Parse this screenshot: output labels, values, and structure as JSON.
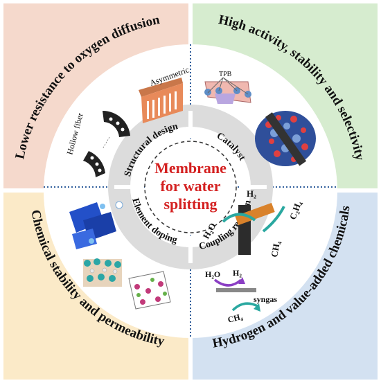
{
  "center": {
    "line1": "Membrane",
    "line2": "for water",
    "line3": "splitting"
  },
  "outer": {
    "tl": "Lower resistance to oxygen diffusion",
    "tr": "High activity, stability and selectivity",
    "bl": "Chemical stability and permeability",
    "br": "Hydrogen and value-added chemicals"
  },
  "ring": {
    "tl": "Structural design",
    "tr": "Catalyst",
    "bl": "Element doping",
    "br": "Coupling reaction"
  },
  "labels": {
    "hollow_fiber": "Hollow fiber",
    "asymmetric": "Asymmetric",
    "tpb": "TPB",
    "h2o_a": "H₂O",
    "h2_a": "H₂",
    "c2h4": "C₂H₄",
    "ch4_a": "CH₄",
    "h2o_b": "H₂O",
    "h2_b": "H₂",
    "syngas": "syngas",
    "ch4_b": "CH₄"
  },
  "colors": {
    "tl": "#f5d9cc",
    "tr": "#d6eccf",
    "bl": "#fbeac8",
    "br": "#d3e1f1",
    "ring": "#dcdcdc",
    "center_text": "#d42020"
  }
}
